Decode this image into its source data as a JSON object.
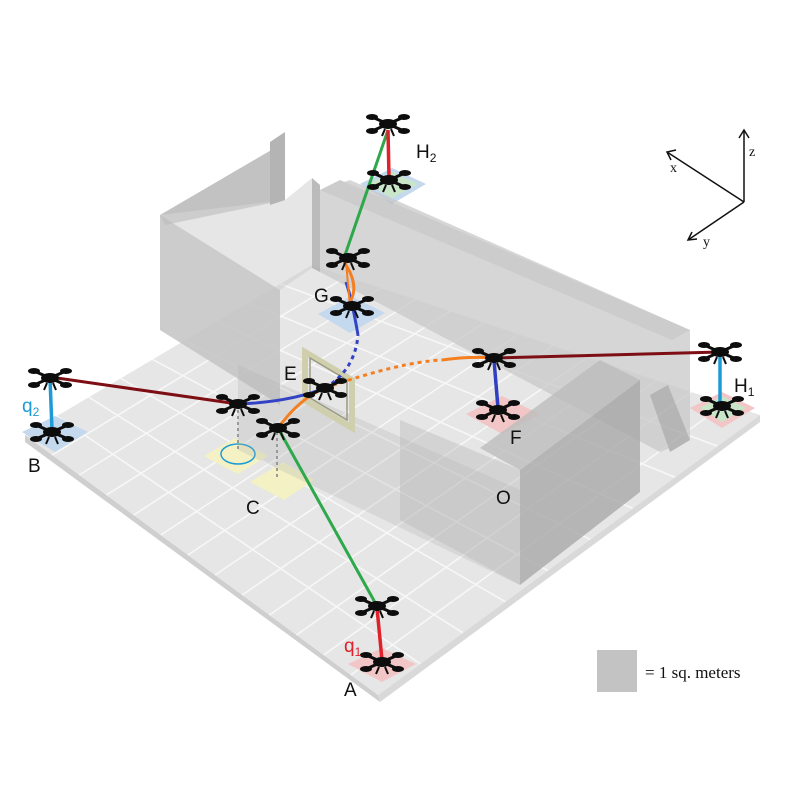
{
  "labels": {
    "A": "A",
    "B": "B",
    "C": "C",
    "E": "E",
    "F": "F",
    "G": "G",
    "O": "O",
    "H1_main": "H",
    "H1_sub": "1",
    "H2_main": "H",
    "H2_sub": "2",
    "q1_main": "q",
    "q1_sub": "1",
    "q2_main": "q",
    "q2_sub": "2"
  },
  "axes": {
    "x": "x",
    "y": "y",
    "z": "z"
  },
  "legend": {
    "text": "= 1 sq. meters"
  },
  "colors": {
    "floor": "#e6e6e6",
    "floor_grid": "#f7f7f7",
    "wall": "#b4b4b4",
    "pad_red": "#f2c6c6",
    "pad_blue": "#c4d8ee",
    "pad_green": "#c9e6c9",
    "pad_yellow": "#f4f2c4",
    "tether_red": "#e0202a",
    "tether_cyan": "#1e9bd7",
    "tether_blue": "#2f3fbf",
    "path_green": "#2ea84a",
    "path_darkred": "#7d0f14",
    "path_orange": "#f57f20",
    "path_blue": "#3343c5"
  }
}
